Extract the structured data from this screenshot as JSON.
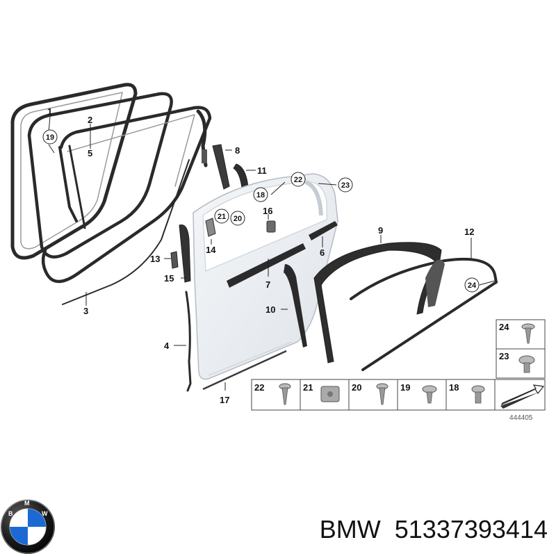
{
  "diagram": {
    "callouts": [
      "1",
      "2",
      "3",
      "4",
      "5",
      "6",
      "7",
      "8",
      "9",
      "10",
      "11",
      "12",
      "13",
      "14",
      "15",
      "16",
      "17"
    ],
    "circled_callouts": [
      "18",
      "19",
      "20",
      "21",
      "22",
      "23",
      "24"
    ],
    "fastener_table": {
      "right_column": [
        "24",
        "23"
      ],
      "bottom_row": [
        "22",
        "21",
        "20",
        "19",
        "18"
      ]
    },
    "drawing_number": "444405"
  },
  "footer": {
    "brand": "BMW",
    "part_number": "51337393414",
    "logo_letters": [
      "B",
      "M",
      "W"
    ]
  },
  "colors": {
    "seal": "#2a2a2a",
    "door_fill": "#eef1f4",
    "logo_blue": "#1c69d4",
    "logo_ring": "#1a1a1a"
  }
}
